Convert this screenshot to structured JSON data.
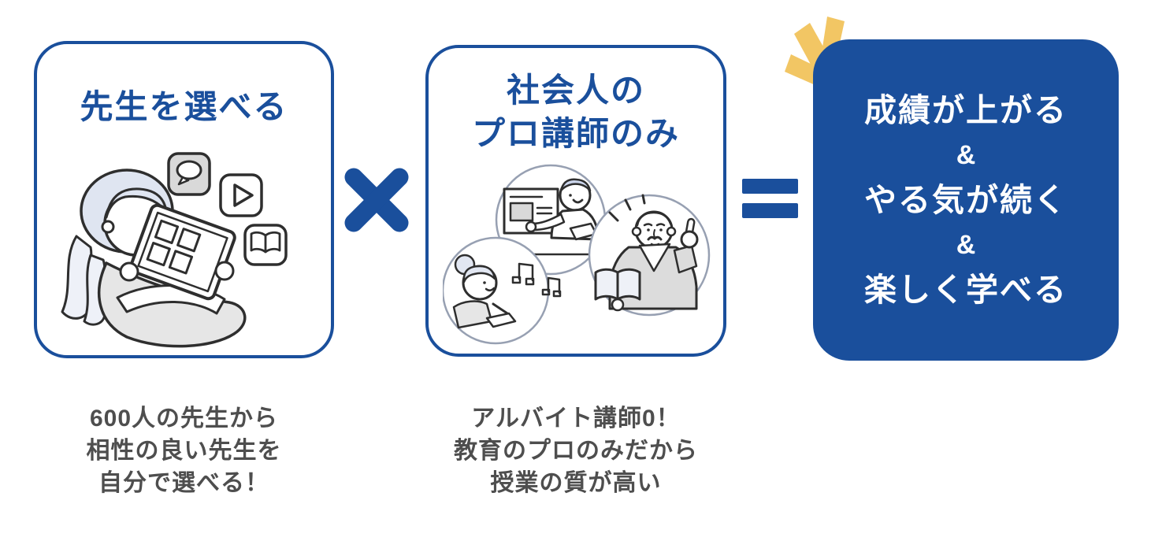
{
  "colors": {
    "primary_blue": "#1A4F9C",
    "accent_yellow": "#F2C664",
    "caption_gray": "#4E4E4E",
    "card_background": "#FFFFFF"
  },
  "cards": {
    "choose_teacher": {
      "title": "先生を選べる",
      "illustration": "girl-choosing-teacher-on-tablet",
      "floating_icons": [
        "speech-bubble-icon",
        "play-icon",
        "book-icon"
      ],
      "caption_lines": [
        "600人の先生から",
        "相性の良い先生を",
        "自分で選べる！"
      ]
    },
    "pro_instructors": {
      "title_lines": [
        "社会人の",
        "プロ講師のみ"
      ],
      "illustration": "three-professional-teachers",
      "caption_lines": [
        "アルバイト講師0！",
        "教育のプロのみだから",
        "授業の質が高い"
      ]
    },
    "result": {
      "lines": [
        "成績が上がる",
        "&",
        "やる気が続く",
        "&",
        "楽しく学べる"
      ],
      "decoration": "burst-icon"
    }
  },
  "operators": {
    "multiply": "×",
    "equals": "="
  }
}
